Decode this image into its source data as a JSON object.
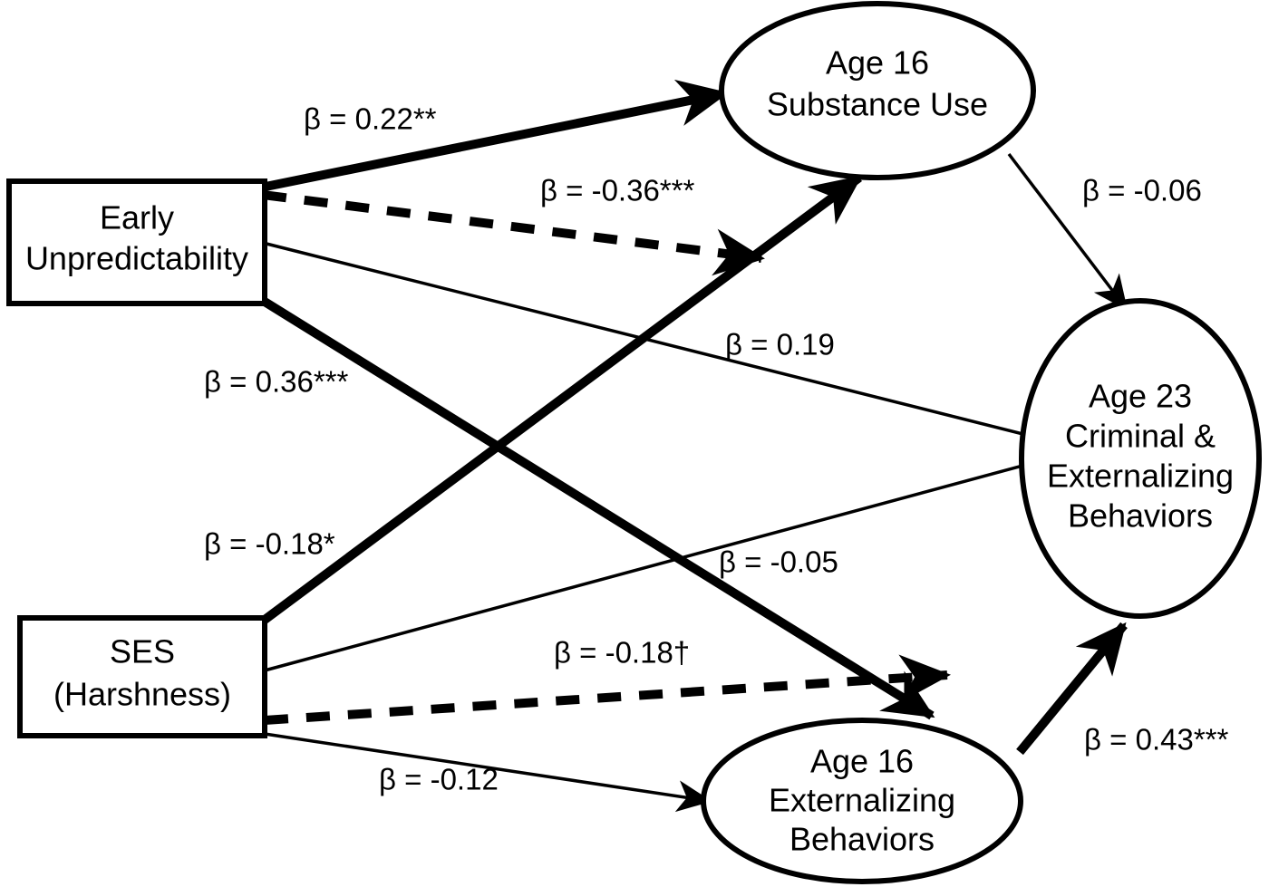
{
  "figure": {
    "type": "path-diagram",
    "title": "",
    "nodes": [
      {
        "id": "early_unpredictability",
        "shape": "rectangle",
        "lines": [
          "Early",
          "Unpredictability"
        ]
      },
      {
        "id": "ses_harshness",
        "shape": "rectangle",
        "lines": [
          "SES",
          "(Harshness)"
        ]
      },
      {
        "id": "age16_substance_use",
        "shape": "ellipse",
        "lines": [
          "Age 16",
          "Substance Use"
        ]
      },
      {
        "id": "age16_externalizing",
        "shape": "ellipse",
        "lines": [
          "Age 16",
          "Externalizing",
          "Behaviors"
        ]
      },
      {
        "id": "age23_criminal_externalizing",
        "shape": "ellipse",
        "lines": [
          "Age 23",
          "Criminal &",
          "Externalizing",
          "Behaviors"
        ]
      }
    ],
    "paths": [
      {
        "id": "eu_to_su",
        "from": "early_unpredictability",
        "to": "age16_substance_use",
        "label": "β = 0.22**",
        "beta": 0.22,
        "significance": "**",
        "style": "solid-thick"
      },
      {
        "id": "eu_to_ext",
        "from": "early_unpredictability",
        "to": "age16_externalizing",
        "label": "β = -0.36***",
        "beta": -0.36,
        "significance": "***",
        "style": "dashed-thick"
      },
      {
        "id": "eu_to_age23",
        "from": "early_unpredictability",
        "to": "age23_criminal_externalizing",
        "label": "β = 0.19",
        "beta": 0.19,
        "significance": "",
        "style": "solid-thin"
      },
      {
        "id": "ses_to_su",
        "from": "ses_harshness",
        "to": "age16_substance_use",
        "label": "β = 0.36***",
        "beta": 0.36,
        "significance": "***",
        "style": "solid-thick"
      },
      {
        "id": "eu_to_ses_path",
        "from": "early_unpredictability",
        "to": "age16_externalizing_alt",
        "label": "β = -0.18*",
        "beta": -0.18,
        "significance": "*",
        "style": "solid-thick"
      },
      {
        "id": "ses_to_age23",
        "from": "ses_harshness",
        "to": "age23_criminal_externalizing",
        "label": "β = -0.05",
        "beta": -0.05,
        "significance": "",
        "style": "solid-thin"
      },
      {
        "id": "ses_to_ext_dashed",
        "from": "ses_harshness",
        "to": "age16_externalizing",
        "label": "β = -0.18†",
        "beta": -0.18,
        "significance": "†",
        "style": "dashed-thick"
      },
      {
        "id": "ses_to_ext_thin",
        "from": "ses_harshness",
        "to": "age16_externalizing",
        "label": "β = -0.12",
        "beta": -0.12,
        "significance": "",
        "style": "solid-thin"
      },
      {
        "id": "su_to_age23",
        "from": "age16_substance_use",
        "to": "age23_criminal_externalizing",
        "label": "β = -0.06",
        "beta": -0.06,
        "significance": "",
        "style": "solid-thin"
      },
      {
        "id": "ext_to_age23",
        "from": "age16_externalizing",
        "to": "age23_criminal_externalizing",
        "label": "β = 0.43***",
        "beta": 0.43,
        "significance": "***",
        "style": "solid-thick"
      }
    ],
    "colors": {
      "stroke": "#000000",
      "fill": "#ffffff",
      "text": "#000000"
    }
  },
  "labels": {
    "eu_l1": "Early",
    "eu_l2": "Unpredictability",
    "ses_l1": "SES",
    "ses_l2": "(Harshness)",
    "su_l1": "Age 16",
    "su_l2": "Substance Use",
    "ext_l1": "Age 16",
    "ext_l2": "Externalizing",
    "ext_l3": "Behaviors",
    "a23_l1": "Age 23",
    "a23_l2": "Criminal &",
    "a23_l3": "Externalizing",
    "a23_l4": "Behaviors",
    "c_022": "β = 0.22**",
    "c_n036": "β = -0.36***",
    "c_n006": "β = -0.06",
    "c_019": "β = 0.19",
    "c_036": "β = 0.36***",
    "c_n018s": "β = -0.18*",
    "c_n005": "β = -0.05",
    "c_n018d": "β = -0.18†",
    "c_n012": "β = -0.12",
    "c_043": "β = 0.43***"
  }
}
